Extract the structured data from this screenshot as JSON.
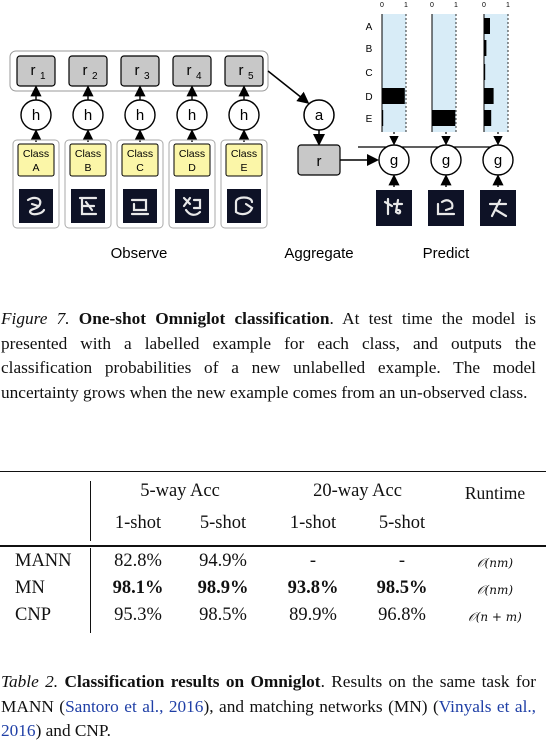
{
  "figure": {
    "r_labels": [
      "1",
      "2",
      "3",
      "4",
      "5"
    ],
    "r_main": "r",
    "h_label": "h",
    "a_label": "a",
    "r_agg": "r",
    "g_label": "g",
    "class_word": "Class",
    "class_letters": [
      "A",
      "B",
      "C",
      "D",
      "E"
    ],
    "stage_labels": {
      "observe": "Observe",
      "aggregate": "Aggregate",
      "predict": "Predict"
    },
    "bar_axis_ticks": [
      "0",
      "1"
    ],
    "bar_rows": [
      "A",
      "B",
      "C",
      "D",
      "E"
    ],
    "predictions": [
      [
        0.0,
        0.0,
        0.0,
        0.95,
        0.05
      ],
      [
        0.0,
        0.0,
        0.02,
        0.01,
        0.97
      ],
      [
        0.25,
        0.1,
        0.05,
        0.4,
        0.3
      ]
    ],
    "colors": {
      "gray_box": "#c8c8c8",
      "class_box": "#fbf6a8",
      "bar_bg": "#d8ecf7",
      "ink": "#000000",
      "char_bg": "#0e1226"
    }
  },
  "caption7": {
    "label": "Figure 7.",
    "title": "One-shot Omniglot classification",
    "body": ". At test time the model is presented with a labelled example for each class, and outputs the classification probabilities of a new unlabelled example. The model uncertainty grows when the new example comes from an un-observed class."
  },
  "table": {
    "group_headers": [
      "5-way Acc",
      "20-way Acc",
      "Runtime"
    ],
    "sub_headers": [
      "1-shot",
      "5-shot",
      "1-shot",
      "5-shot"
    ],
    "rows": [
      {
        "name": "MANN",
        "values": [
          "82.8%",
          "94.9%",
          "-",
          "-"
        ],
        "runtime": "𝒪(nm)",
        "bold": [
          false,
          false,
          false,
          false
        ]
      },
      {
        "name": "MN",
        "values": [
          "98.1%",
          "98.9%",
          "93.8%",
          "98.5%"
        ],
        "runtime": "𝒪(nm)",
        "bold": [
          true,
          true,
          true,
          true
        ]
      },
      {
        "name": "CNP",
        "values": [
          "95.3%",
          "98.5%",
          "89.9%",
          "96.8%"
        ],
        "runtime": "𝒪(n + m)",
        "bold": [
          false,
          false,
          false,
          false
        ]
      }
    ]
  },
  "caption2": {
    "label": "Table 2.",
    "title": "Classification results on Omniglot",
    "body1": ". Results on the same task for MANN (",
    "cite1": "Santoro et al., 2016",
    "body2": "), and matching networks (MN) (",
    "cite2": "Vinyals et al., 2016",
    "body3": ") and CNP."
  }
}
